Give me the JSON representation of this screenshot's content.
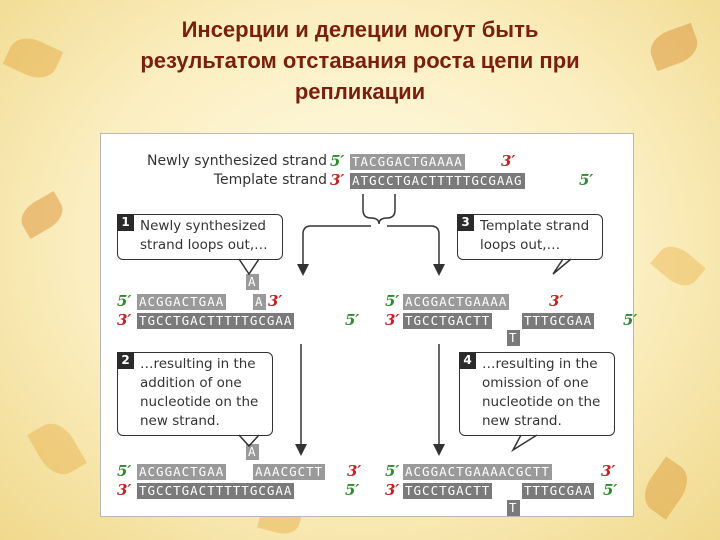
{
  "title": {
    "line1": "Инсерции и делеции могут быть",
    "line2": "результатом отставания роста цепи при",
    "line3": "репликации"
  },
  "labels": {
    "newly_synthesized": "Newly synthesized strand",
    "template": "Template strand",
    "five_prime": "5′",
    "three_prime": "3′"
  },
  "top": {
    "new_seq": "TACGGACTGAAAA",
    "template_seq": "ATGCCTGACTTTTTGCGAAG"
  },
  "steps": {
    "s1": {
      "num": "1",
      "line1": "Newly synthesized",
      "line2": "strand loops out,…"
    },
    "s2": {
      "num": "2",
      "line1": "…resulting in the",
      "line2": "addition of one",
      "line3": "nucleotide on the",
      "line4": "new strand."
    },
    "s3": {
      "num": "3",
      "line1": "Template strand",
      "line2": "loops out,…"
    },
    "s4": {
      "num": "4",
      "line1": "…resulting in the",
      "line2": "omission of one",
      "line3": "nucleotide on the",
      "line4": "new strand."
    }
  },
  "left_mid": {
    "new_a": "ACGGACTGAA",
    "new_b": "A",
    "loop": "A",
    "template": "TGCCTGACTTTTTGCGAA"
  },
  "right_mid": {
    "new": "ACGGACTGAAAA",
    "template_a": "TGCCTGACTT",
    "template_b": "TTTGCGAA",
    "loop": "T"
  },
  "left_bottom": {
    "new_a": "ACGGACTGAA",
    "new_b": "AAACGCTT",
    "loop": "A",
    "template": "TGCCTGACTTTTTGCGAA"
  },
  "right_bottom": {
    "new": "ACGGACTGAAAACGCTT",
    "template_a": "TGCCTGACTT",
    "template_b": "TTTGCGAA",
    "loop": "T"
  },
  "colors": {
    "five_prime": "#2e8a2e",
    "three_prime": "#c22222",
    "title": "#7a1f0e"
  }
}
